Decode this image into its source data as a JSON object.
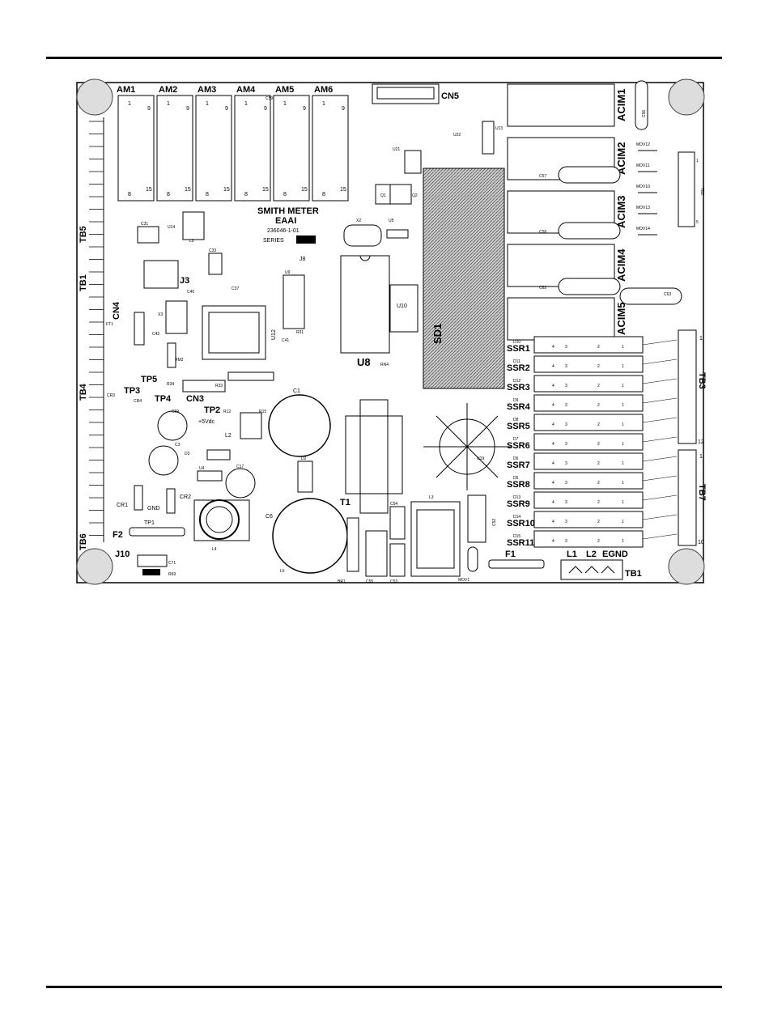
{
  "board": {
    "am_relays": [
      "AM1",
      "AM2",
      "AM3",
      "AM4",
      "AM5",
      "AM6"
    ],
    "relay_pin_top": [
      "1",
      "9"
    ],
    "relay_pin_bottom": [
      "8",
      "15"
    ],
    "cn5": "CN5",
    "c59": "C59",
    "title": {
      "line1": "SMITH METER",
      "line2": "EAAI",
      "partno": "236046-1-01",
      "series": "SERIES"
    },
    "acim": [
      "ACIM1",
      "ACIM2",
      "ACIM3",
      "ACIM4",
      "ACIM5"
    ],
    "acim_caps": [
      "C57",
      "C58",
      "C62",
      "C63"
    ],
    "c56": "C56",
    "movs": [
      "MOV12",
      "MOV11",
      "MOV10",
      "MOV13",
      "MOV14"
    ],
    "tb2": "TB2",
    "tb2_pins": [
      "1",
      "5"
    ],
    "tb3": "TB3",
    "tb3_pins": [
      "1",
      "12"
    ],
    "tb7": "TB7",
    "tb7_pins": [
      "1",
      "10"
    ],
    "ssr": [
      "SSR1",
      "SSR2",
      "SSR3",
      "SSR4",
      "SSR5",
      "SSR6",
      "SSR7",
      "SSR8",
      "SSR9",
      "SSR10",
      "SSR11"
    ],
    "ssr_diodes": [
      "D10",
      "D11",
      "D12",
      "D9",
      "D8",
      "D7",
      "D6",
      "D5",
      "D13",
      "D14",
      "D15"
    ],
    "ssr_pins": [
      "4",
      "3",
      "2",
      "1"
    ],
    "left_side": [
      "TB5",
      "TB1",
      "TB4",
      "TB6"
    ],
    "cn4": "CN4",
    "j3": "J3",
    "ft1": "FT1",
    "cr3": "CR3",
    "cr4": "CR4",
    "tp": [
      "TP3",
      "TP5",
      "TP4",
      "TP2",
      "TP1"
    ],
    "cn3": "CN3",
    "plus5": "+5Vdc",
    "gnd": "GND",
    "cr1": "CR1",
    "cr2": "CR2",
    "f2": "F2",
    "f1": "F1",
    "j10": "J10",
    "c71": "C71",
    "r69": "R69",
    "u12": "U12",
    "u8": "U8",
    "rn4": "RN4",
    "u10": "U10",
    "sd": "SD1",
    "c1": "C1",
    "c6": "C6",
    "c3": "C3",
    "c69": "C69",
    "c17": "C17",
    "l2": "L2",
    "l3": "L3",
    "l4": "L4",
    "l5": "L5",
    "l6": "L6",
    "u4": "U4",
    "d2": "D2",
    "d3": "D3",
    "t1": "T1",
    "u19": "U19",
    "c52": "C52",
    "c54": "C54",
    "c55": "C55",
    "c53": "C53",
    "mov1": "MOV1",
    "br1": "BR1",
    "x2": "X2",
    "u5": "U5",
    "u9": "U9",
    "j8": "J8",
    "u13": "U13",
    "u21": "U21",
    "u22": "U22",
    "u14": "U14",
    "x3": "X3",
    "c31": "C31",
    "c33": "C33",
    "c37": "C37",
    "c40": "C40",
    "c42": "C42",
    "c41": "C41",
    "r31": "R31",
    "r34": "R34",
    "r33": "R33",
    "r12": "R12",
    "r15": "R15",
    "rm2": "RM2",
    "q1": "Q1",
    "q2": "Q2",
    "tb1_labels": [
      "L1",
      "L2",
      "EGND"
    ],
    "tb1": "TB1"
  }
}
